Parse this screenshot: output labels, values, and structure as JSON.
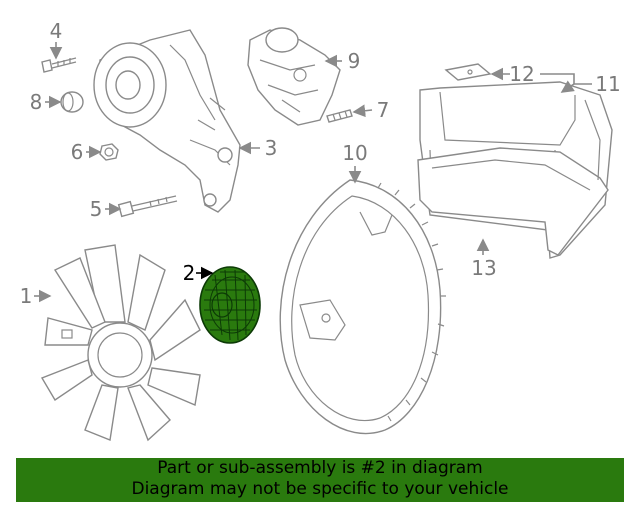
{
  "callouts": {
    "c1": "1",
    "c2": "2",
    "c3": "3",
    "c4": "4",
    "c5": "5",
    "c6": "6",
    "c7": "7",
    "c8": "8",
    "c9": "9",
    "c10": "10",
    "c11": "11",
    "c12": "12",
    "c13": "13"
  },
  "highlight": {
    "part": "2",
    "color": "#2a7a0e"
  },
  "banner": {
    "line1": "Part or sub-assembly is #2 in diagram",
    "line2": "Diagram may not be specific to your vehicle",
    "color": "#2a7a0e"
  }
}
